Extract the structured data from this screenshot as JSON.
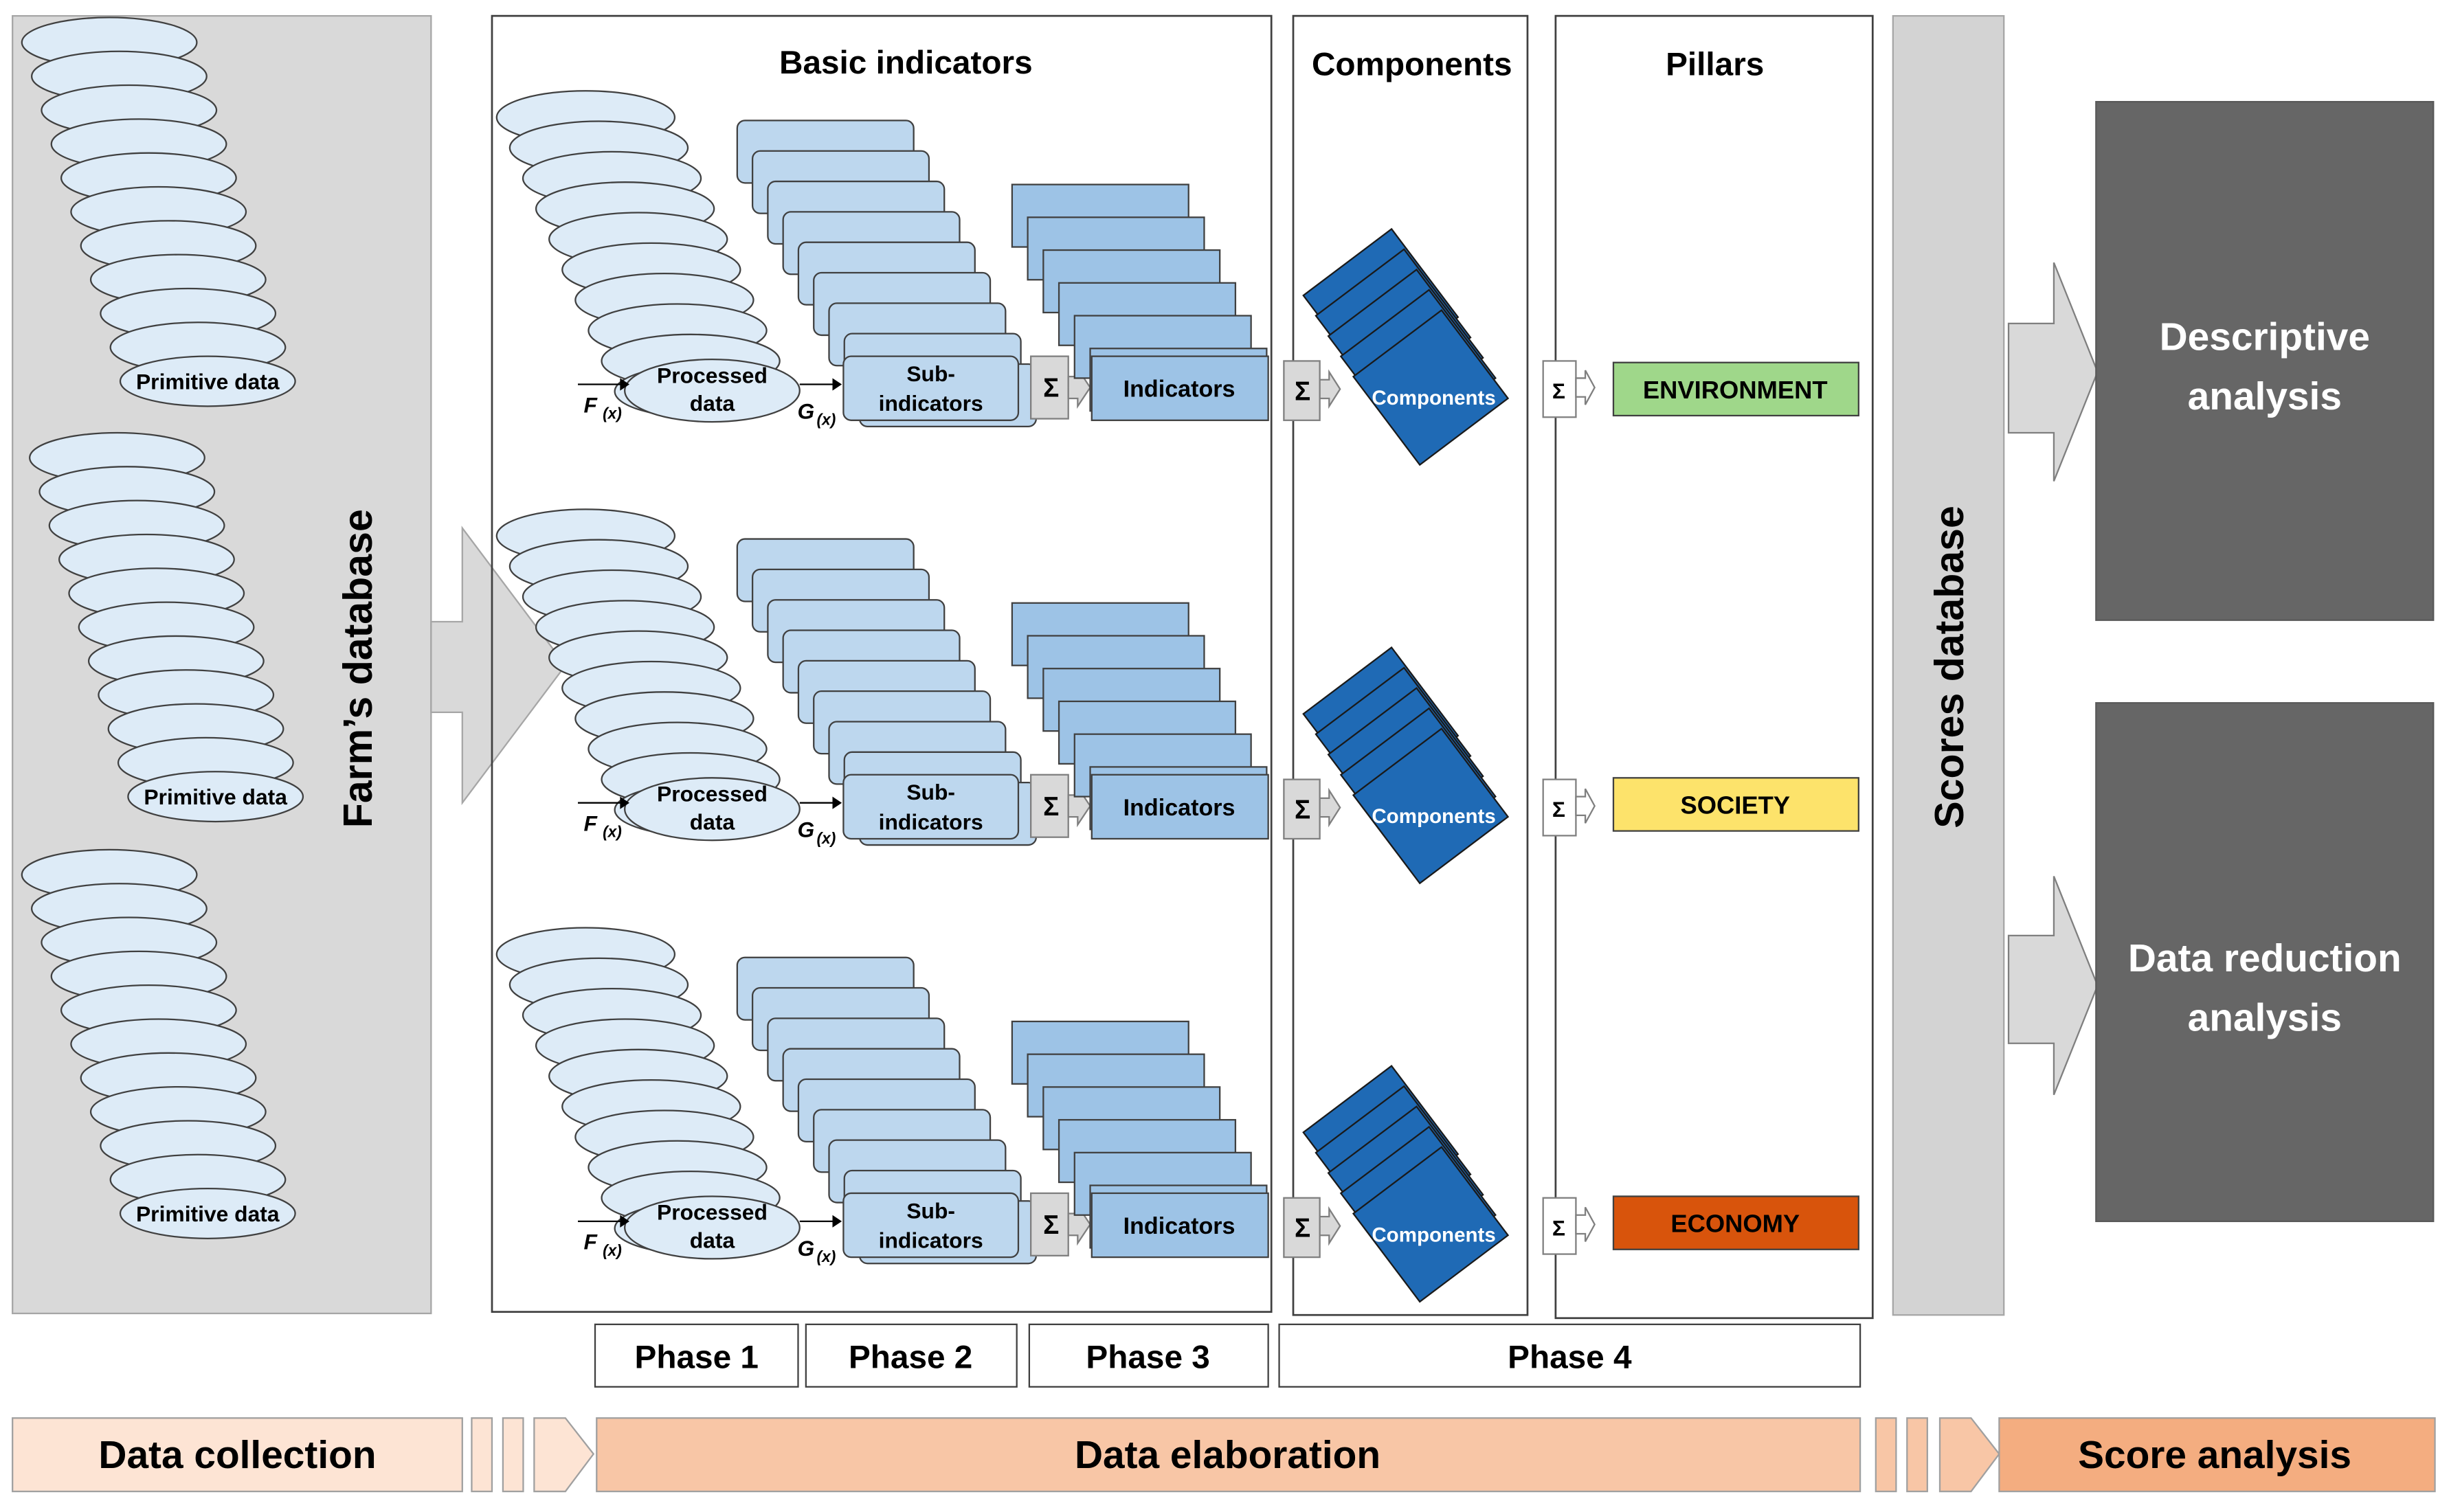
{
  "sidebar_label": "Farm’s database",
  "primitive_data_label": "Primitive data",
  "sections": {
    "basic_indicators": "Basic indicators",
    "components": "Components",
    "pillars": "Pillars"
  },
  "flow_labels": {
    "processed_data": [
      "Processed",
      "data"
    ],
    "sub_indicators": [
      "Sub-",
      "indicators"
    ],
    "indicators": "Indicators",
    "components": "Components",
    "sigma": "Σ",
    "f_main": "F",
    "f_sub": "(x)",
    "g_main": "G",
    "g_sub": "(x)"
  },
  "pillars": [
    {
      "label": "ENVIRONMENT",
      "color": "#9fd78a"
    },
    {
      "label": "SOCIETY",
      "color": "#fde36b"
    },
    {
      "label": "ECONOMY",
      "color": "#d8540c"
    }
  ],
  "scores_database_label": "Scores database",
  "analysis": [
    [
      "Descriptive",
      "analysis"
    ],
    [
      "Data reduction",
      "analysis"
    ]
  ],
  "phases": [
    "Phase 1",
    "Phase 2",
    "Phase 3",
    "Phase 4"
  ],
  "bottom_stages": {
    "collection": "Data collection",
    "elaboration": "Data elaboration",
    "analysis": "Score analysis"
  },
  "colors": {
    "panel_gray": "#d9d9d9",
    "ellipse_fill": "#ddebf7",
    "subind_fill": "#bdd7ee",
    "ind_fill": "#9dc3e6",
    "component_fill": "#1f6ab5",
    "dark_box": "#666666",
    "stage_light": "#fde4d4",
    "stage_mid": "#f8c6a6",
    "stage_dark": "#f4ad80"
  }
}
